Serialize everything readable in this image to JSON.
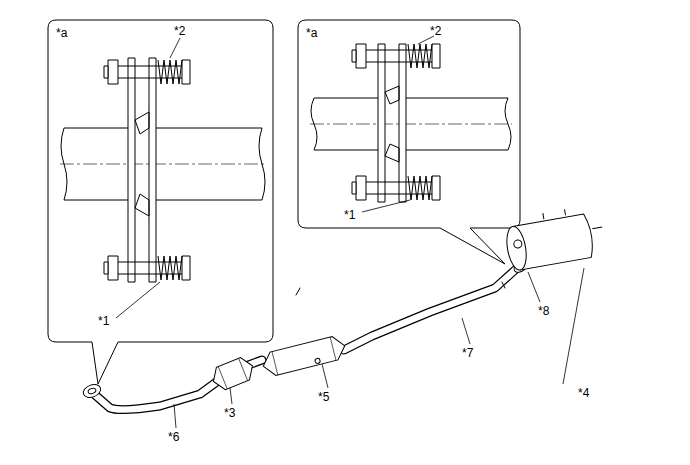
{
  "diagram": {
    "labels": [
      "*a",
      "*2",
      "*1",
      "*a",
      "*2",
      "*1",
      "*8",
      "*7",
      "*4",
      "*5",
      "*3",
      "*6"
    ]
  }
}
